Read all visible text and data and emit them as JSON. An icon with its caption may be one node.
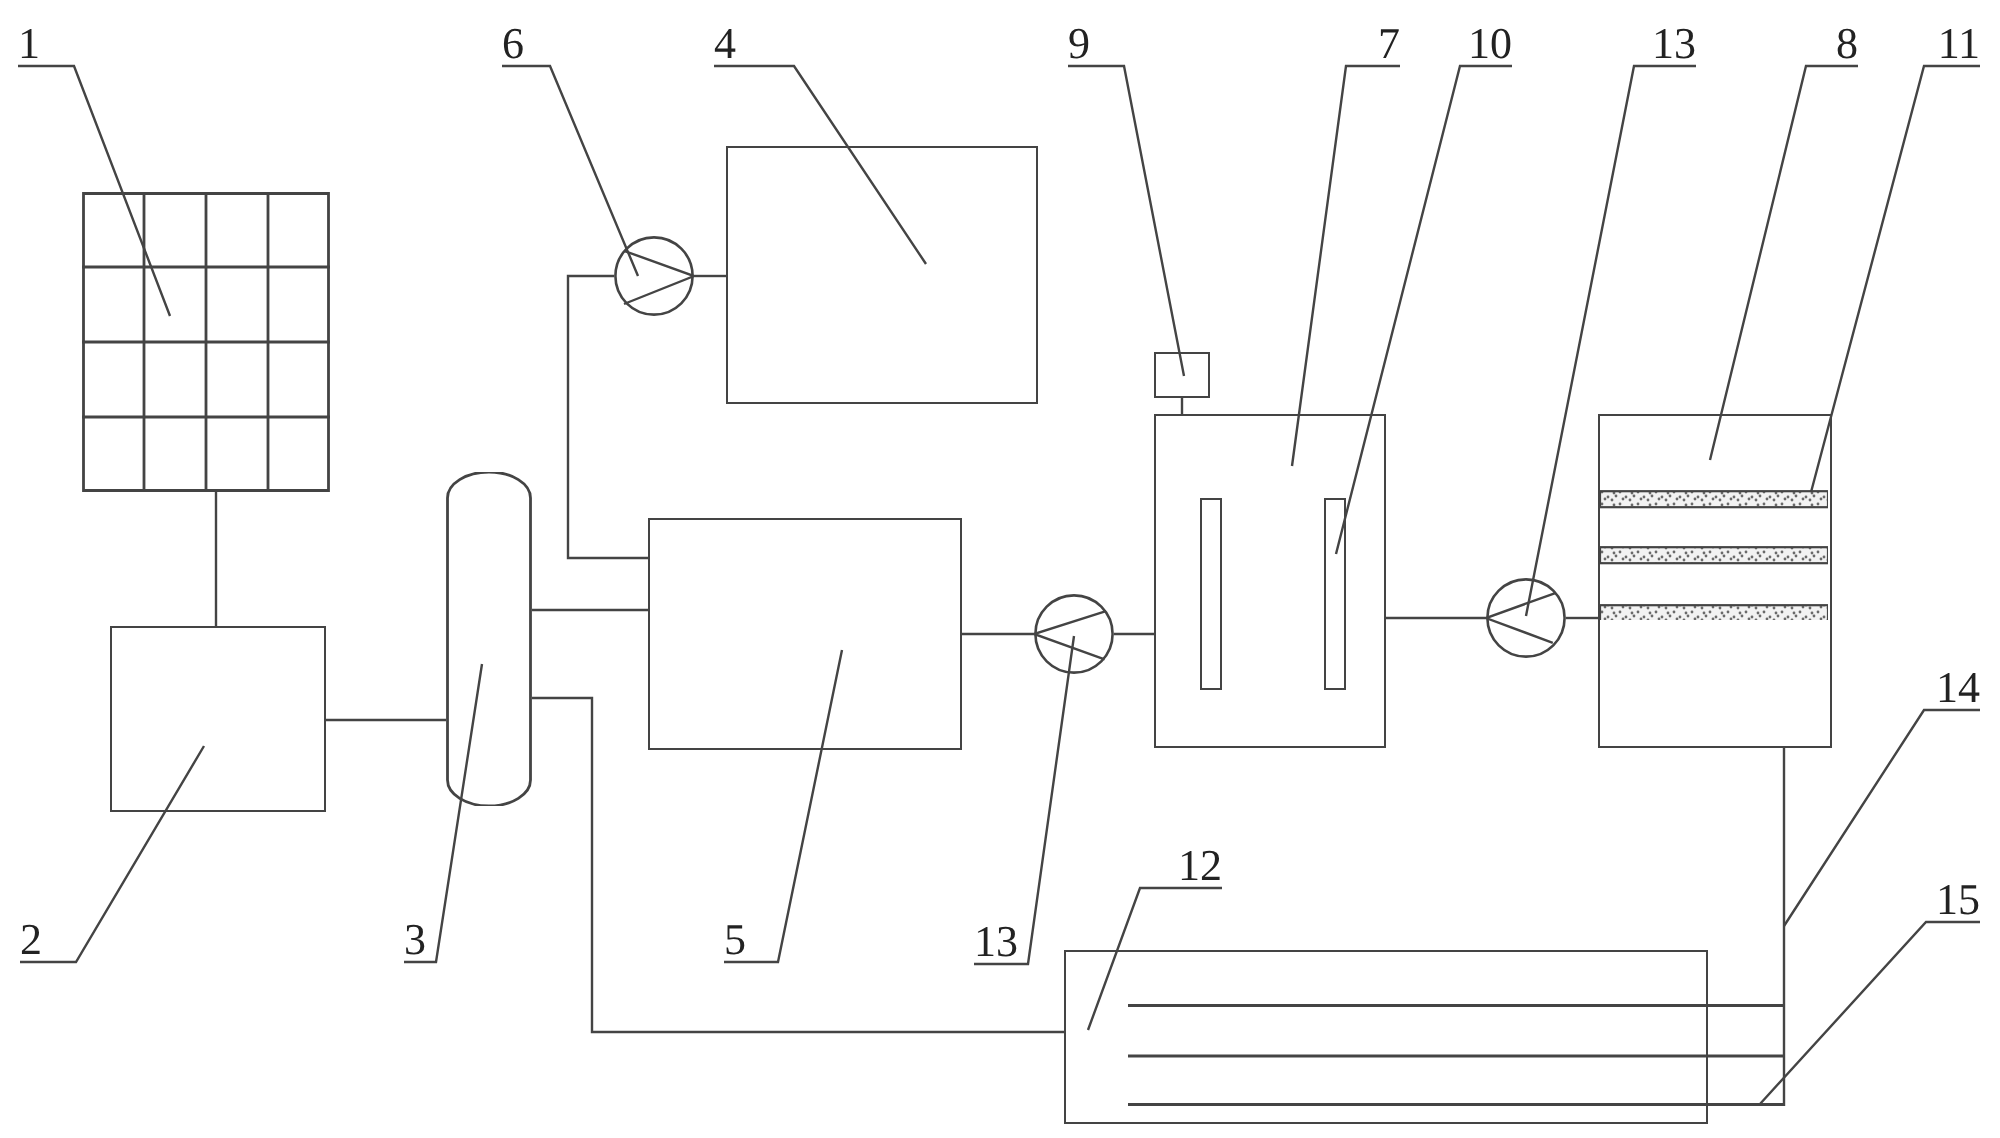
{
  "diagram": {
    "nodes": [
      {
        "text": [
          "1"
        ]
      },
      {
        "text": [
          "6"
        ]
      },
      {
        "text": [
          "4"
        ]
      },
      {
        "text": [
          "9"
        ]
      },
      {
        "text": [
          "7"
        ]
      },
      {
        "text": [
          "10"
        ]
      },
      {
        "text": [
          "13"
        ]
      },
      {
        "text": [
          "8"
        ]
      },
      {
        "text": [
          "11"
        ]
      },
      {
        "text": [],
        "shape": "grid"
      },
      {
        "text": [],
        "shape": "box"
      },
      {
        "text": [],
        "shape": "circle"
      },
      {
        "text": [],
        "shape": "box"
      },
      {
        "text": [],
        "shape": "box"
      },
      {
        "text": [],
        "shape": "box"
      },
      {
        "text": [],
        "shape": "bar",
        "in": 13
      },
      {
        "text": [],
        "shape": "bar",
        "in": 13
      },
      {
        "text": [],
        "shape": "layers",
        "in": 14
      },
      {
        "text": [],
        "shape": "box"
      },
      {
        "text": [],
        "shape": "cylinder"
      },
      {
        "text": [],
        "shape": "box"
      },
      {
        "text": [],
        "shape": "circle"
      },
      {
        "text": [],
        "shape": "circle"
      },
      {
        "text": [
          "14"
        ]
      },
      {
        "text": [
          "12"
        ]
      },
      {
        "text": [
          "15"
        ]
      },
      {
        "text": [],
        "shape": "box"
      },
      {
        "text": [],
        "shape": "lines"
      },
      {
        "text": [
          "2"
        ]
      },
      {
        "text": [
          "3"
        ]
      },
      {
        "text": [
          "5"
        ]
      },
      {
        "text": [
          "13"
        ]
      }
    ],
    "edges": [
      {
        "from": 9,
        "to": 18,
        "arrow": "none"
      },
      {
        "from": 18,
        "to": 19,
        "arrow": "none"
      },
      {
        "from": 19,
        "to": 20,
        "arrow": "none"
      },
      {
        "from": 20,
        "to": 11,
        "arrow": "none"
      },
      {
        "from": 11,
        "to": 10,
        "arrow": "none"
      },
      {
        "from": 20,
        "to": 21,
        "arrow": "none"
      },
      {
        "from": 21,
        "to": 13,
        "arrow": "none"
      },
      {
        "from": 13,
        "to": 22,
        "arrow": "none"
      },
      {
        "from": 22,
        "to": 14,
        "arrow": "none"
      },
      {
        "from": 12,
        "to": 13,
        "arrow": "none"
      },
      {
        "from": 19,
        "to": 26,
        "arrow": "none"
      },
      {
        "from": 14,
        "to": 27,
        "arrow": "none"
      },
      {
        "from": 0,
        "to": 9,
        "arrow": "none"
      },
      {
        "from": 1,
        "to": 11,
        "arrow": "none"
      },
      {
        "from": 2,
        "to": 10,
        "arrow": "none"
      },
      {
        "from": 3,
        "to": 12,
        "arrow": "none"
      },
      {
        "from": 4,
        "to": 13,
        "arrow": "none"
      },
      {
        "from": 5,
        "to": 16,
        "arrow": "none"
      },
      {
        "from": 6,
        "to": 22,
        "arrow": "none"
      },
      {
        "from": 7,
        "to": 14,
        "arrow": "none"
      },
      {
        "from": 8,
        "to": 17,
        "arrow": "none"
      },
      {
        "from": 23,
        "to": null,
        "arrow": "none"
      },
      {
        "from": 24,
        "to": 26,
        "arrow": "none"
      },
      {
        "from": 25,
        "to": 27,
        "arrow": "none"
      },
      {
        "from": 28,
        "to": 18,
        "arrow": "none"
      },
      {
        "from": 29,
        "to": 19,
        "arrow": "none"
      },
      {
        "from": 30,
        "to": 20,
        "arrow": "none"
      },
      {
        "from": 31,
        "to": 21,
        "arrow": "none"
      }
    ]
  }
}
